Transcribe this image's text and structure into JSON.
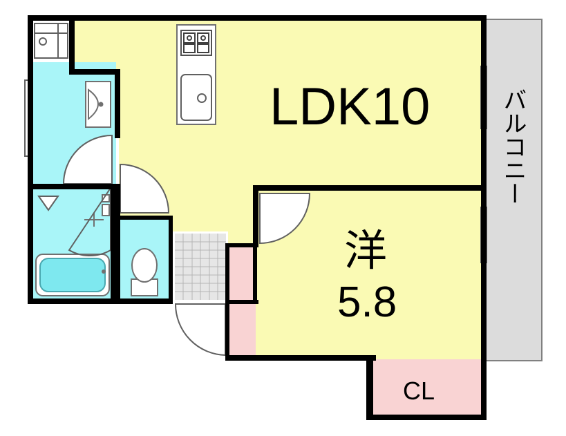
{
  "rooms": {
    "ldk": {
      "label": "LDK10"
    },
    "western": {
      "name": "洋",
      "size": "5.8"
    },
    "closet": {
      "label": "CL"
    },
    "balcony": {
      "label": "バルコニー"
    }
  },
  "colors": {
    "living": "#fafab4",
    "water": "#a9f5f8",
    "closet": "#f9d3d3",
    "balcony": "#dcdcdc",
    "wall": "#000000"
  }
}
